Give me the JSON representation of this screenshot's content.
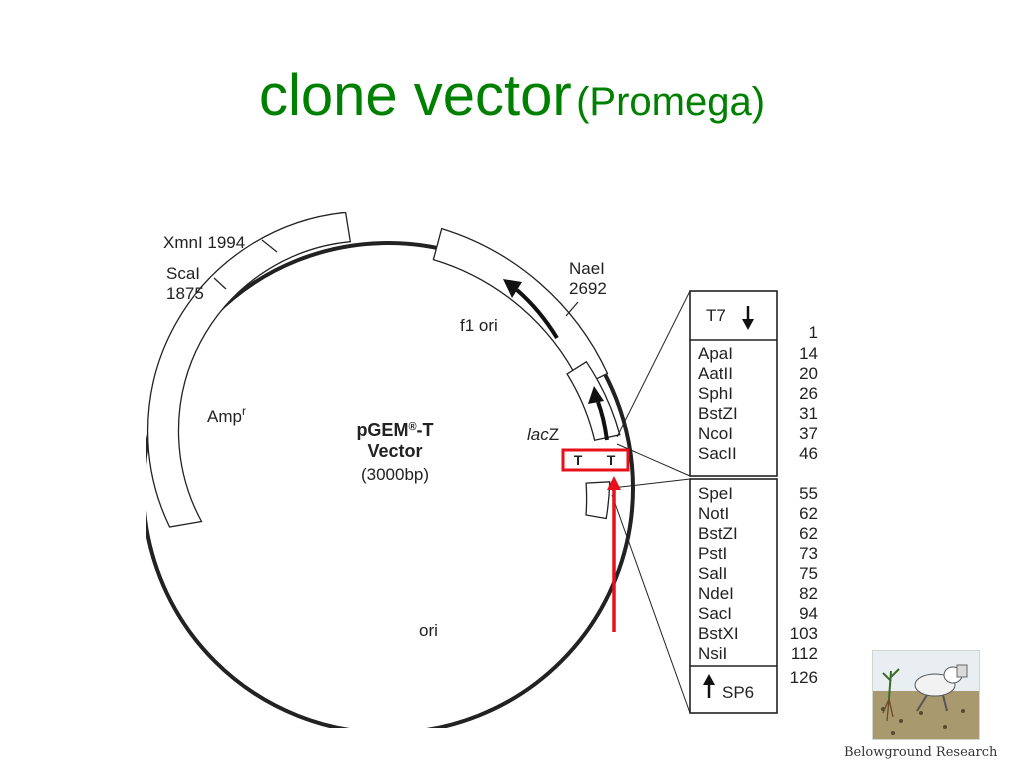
{
  "slide": {
    "title_main": "clone vector",
    "title_sub": "(Promega)"
  },
  "vector_map": {
    "center_title_pre": "pGEM",
    "center_title_reg": "®",
    "center_title_post": "-T",
    "center_line2": "Vector",
    "center_line3": "(3000bp)",
    "site_xmni": "XmnI 1994",
    "site_scai_1": "ScaI",
    "site_scai_2": "1875",
    "site_naei_1": "NaeI",
    "site_naei_2": "2692",
    "label_f1ori": "f1 ori",
    "label_amp": "Amp",
    "label_amp_sup": "r",
    "label_lacz_italic": "lac",
    "label_lacz_rest": "Z",
    "label_ori": "ori",
    "t_overhang_1": "T",
    "t_overhang_2": "T",
    "promoter_top": "T7",
    "promoter_top_pos": "1",
    "promoter_bottom": "SP6",
    "promoter_bottom_pos": "126",
    "mcs_upper": [
      {
        "enzyme": "ApaI",
        "pos": "14"
      },
      {
        "enzyme": "AatII",
        "pos": "20"
      },
      {
        "enzyme": "SphI",
        "pos": "26"
      },
      {
        "enzyme": "BstZI",
        "pos": "31"
      },
      {
        "enzyme": "NcoI",
        "pos": "37"
      },
      {
        "enzyme": "SacII",
        "pos": "46"
      }
    ],
    "mcs_lower": [
      {
        "enzyme": "SpeI",
        "pos": "55"
      },
      {
        "enzyme": "NotI",
        "pos": "62"
      },
      {
        "enzyme": "BstZI",
        "pos": "62"
      },
      {
        "enzyme": "PstI",
        "pos": "73"
      },
      {
        "enzyme": "SalI",
        "pos": "75"
      },
      {
        "enzyme": "NdeI",
        "pos": "82"
      },
      {
        "enzyme": "SacI",
        "pos": "94"
      },
      {
        "enzyme": "BstXI",
        "pos": "103"
      },
      {
        "enzyme": "NsiI",
        "pos": "112"
      }
    ],
    "colors": {
      "outline": "#222222",
      "highlight": "#e8101a",
      "title": "#008000"
    }
  },
  "logo": {
    "caption": "Belowground Research"
  }
}
